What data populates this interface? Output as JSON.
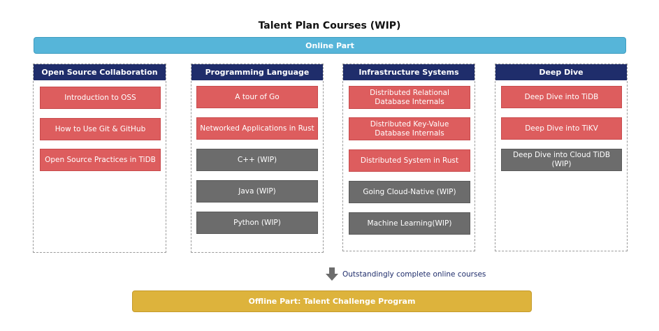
{
  "title": "Talent Plan Courses (WIP)",
  "online_part": "Online Part",
  "columns": [
    {
      "header": "Open Source Collaboration",
      "items": [
        {
          "label": "Introduction to OSS",
          "status": "active"
        },
        {
          "label": "How to Use Git & GitHub",
          "status": "active"
        },
        {
          "label": "Open Source Practices in TiDB",
          "status": "active"
        }
      ]
    },
    {
      "header": "Programming Language",
      "items": [
        {
          "label": "A tour of Go",
          "status": "active"
        },
        {
          "label": "Networked Applications in Rust",
          "status": "active"
        },
        {
          "label": "C++ (WIP)",
          "status": "wip"
        },
        {
          "label": "Java (WIP)",
          "status": "wip"
        },
        {
          "label": "Python (WIP)",
          "status": "wip"
        }
      ]
    },
    {
      "header": "Infrastructure Systems",
      "items": [
        {
          "label": "Distributed Relational Database Internals",
          "status": "active"
        },
        {
          "label": "Distributed Key-Value Database Internals",
          "status": "active"
        },
        {
          "label": "Distributed System in Rust",
          "status": "active"
        },
        {
          "label": "Going Cloud-Native (WIP)",
          "status": "wip"
        },
        {
          "label": "Machine Learning(WIP)",
          "status": "wip"
        }
      ]
    },
    {
      "header": "Deep Dive",
      "items": [
        {
          "label": "Deep Dive into TiDB",
          "status": "active"
        },
        {
          "label": "Deep Dive into TiKV",
          "status": "active"
        },
        {
          "label": "Deep Dive into Cloud TiDB (WIP)",
          "status": "wip"
        }
      ]
    }
  ],
  "arrow_text": "Outstandingly complete online courses",
  "offline_part": "Offline Part: Talent Challenge Program",
  "colors": {
    "online": "#56b5d9",
    "header": "#1f2d6b",
    "active": "#dd5d5e",
    "wip": "#6c6c6c",
    "offline": "#ddb33c"
  }
}
